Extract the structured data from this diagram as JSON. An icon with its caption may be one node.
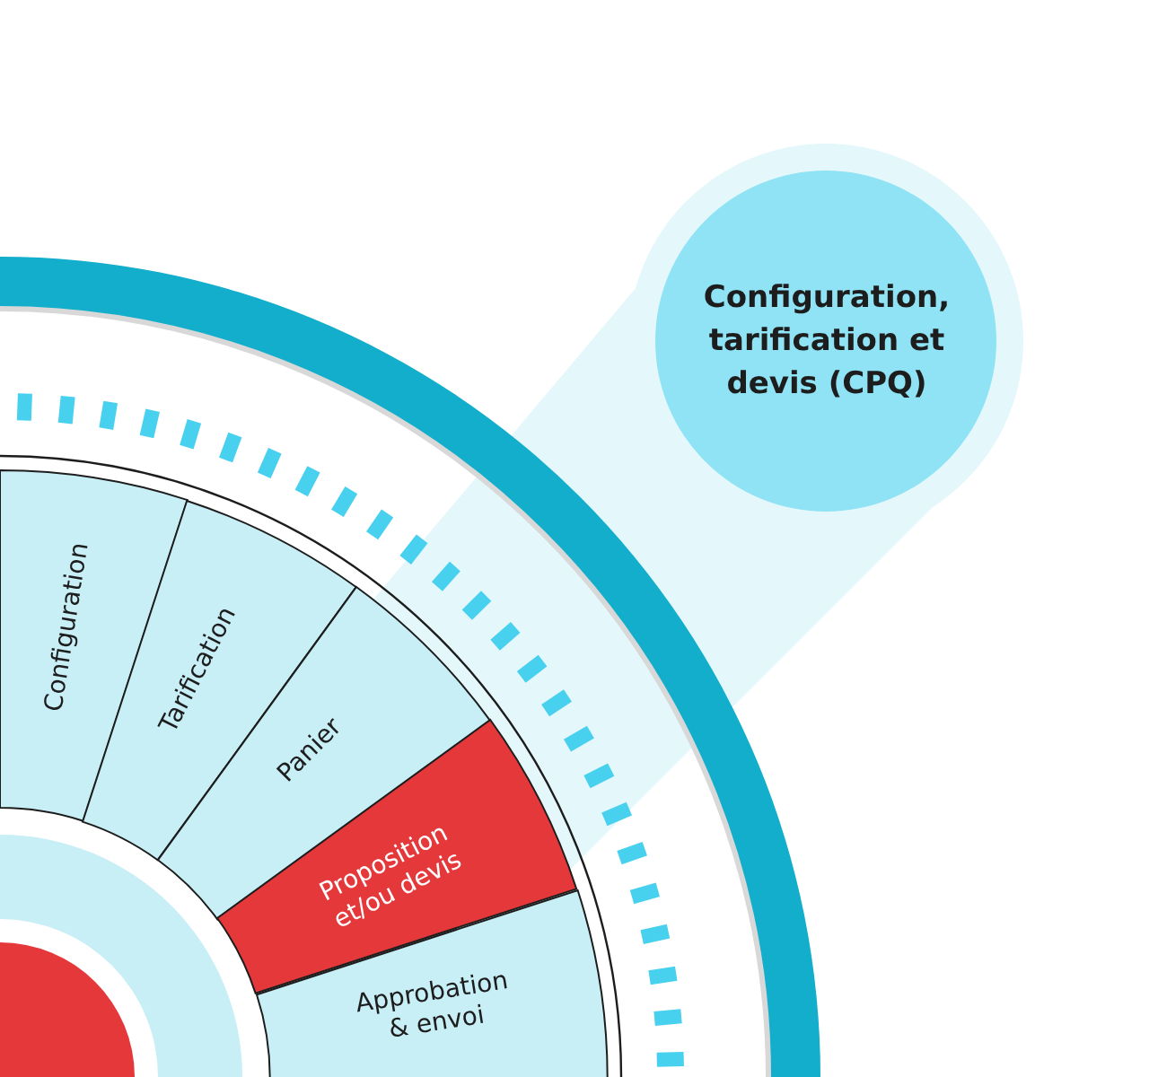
{
  "diagram": {
    "nodes": [
      {
        "text": [
          "Configuration, tarification et devis (CPQ)"
        ]
      },
      {
        "text": [
          "Configuration"
        ]
      },
      {
        "text": [
          "Tarification"
        ]
      },
      {
        "text": [
          "Panier"
        ]
      },
      {
        "text": [
          "Proposition et/ou devis"
        ]
      },
      {
        "text": [
          "Approbation & envoi"
        ]
      },
      {
        "text": [],
        "shape": "circle"
      }
    ]
  }
}
